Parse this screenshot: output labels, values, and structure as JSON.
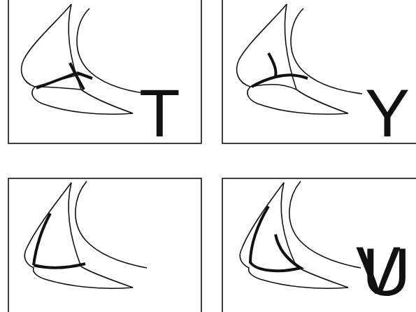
{
  "diagram": {
    "labels": [
      "T",
      "Y",
      "V",
      "U"
    ]
  }
}
